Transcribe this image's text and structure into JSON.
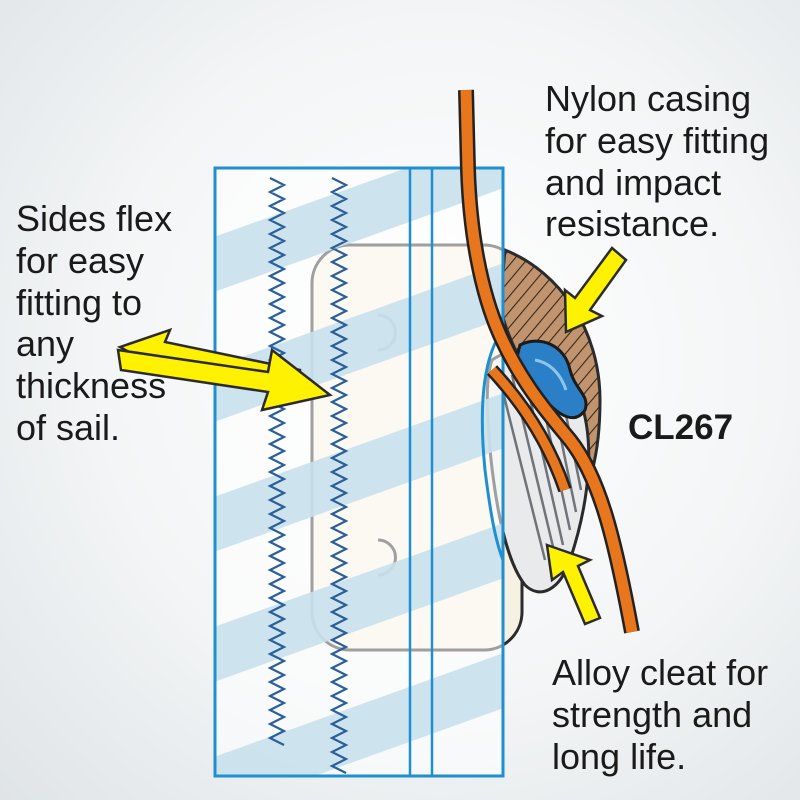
{
  "diagram": {
    "model": "CL267",
    "callouts": {
      "nylon_casing": "Nylon casing\nfor easy fitting\nand impact\nresistance.",
      "sides_flex": "Sides flex\nfor easy\nfitting to\nany\nthickness\nof sail.",
      "alloy_cleat": "Alloy cleat for\nstrength and\nlong life."
    },
    "colors": {
      "sail": "#1e8fd0",
      "sail_stripe": "#cfe4ee",
      "mount_plate": "#f5f0e1",
      "rope": "#e8761c",
      "nylon_casing": "#b98a66",
      "alloy_jaw": "#2a7fc7",
      "arrow": "#fff200"
    },
    "icons": [
      "arrow-icon"
    ]
  }
}
